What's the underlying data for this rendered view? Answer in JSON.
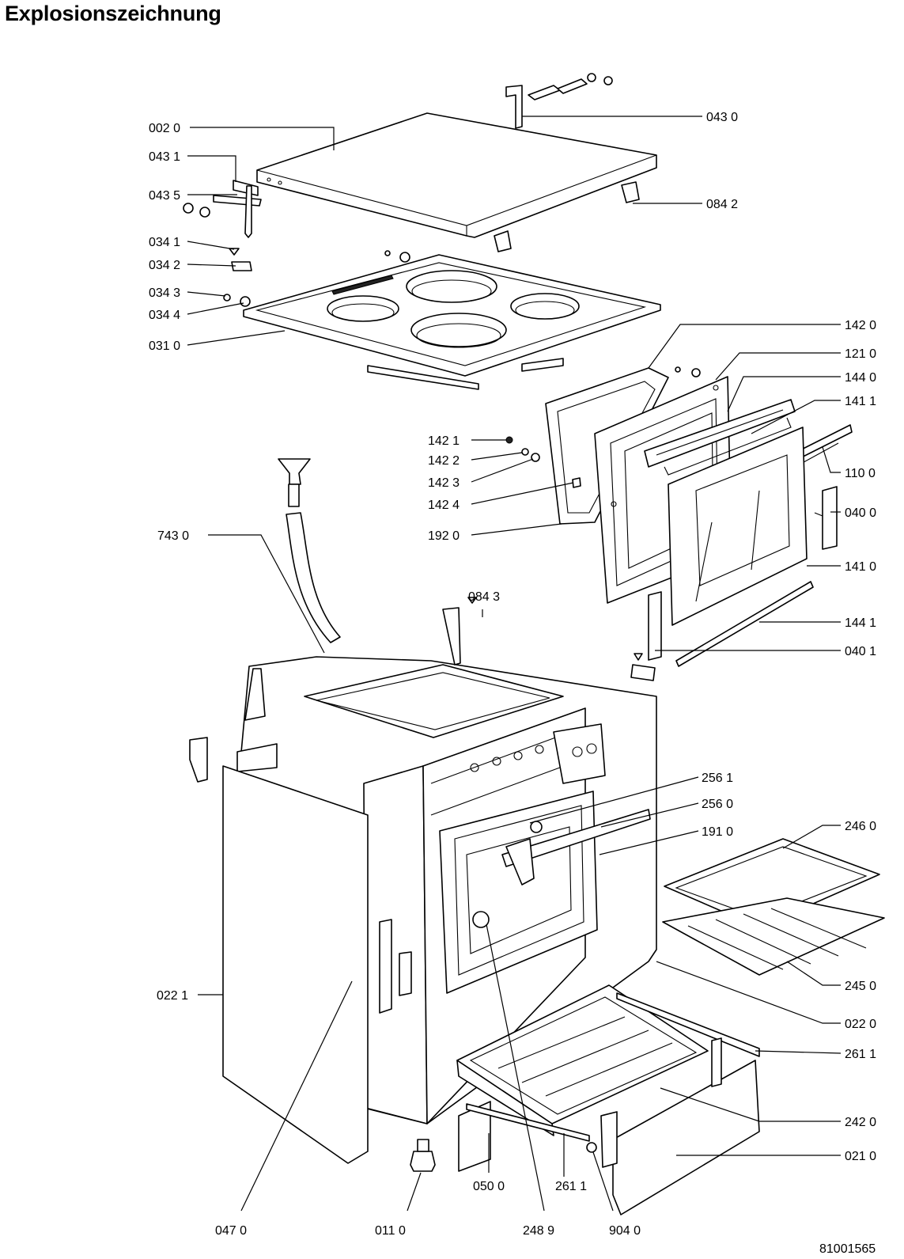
{
  "title": "Explosionszeichnung",
  "drawing_number": "81001565",
  "labels": {
    "p002_0": "002 0",
    "p043_0": "043 0",
    "p043_1": "043 1",
    "p043_5": "043 5",
    "p084_2": "084 2",
    "p034_1": "034 1",
    "p034_2": "034 2",
    "p034_3": "034 3",
    "p034_4": "034 4",
    "p031_0": "031 0",
    "p142_0": "142 0",
    "p121_0": "121 0",
    "p144_0": "144 0",
    "p141_1": "141 1",
    "p110_0": "110 0",
    "p040_0": "040 0",
    "p141_0": "141 0",
    "p144_1": "144 1",
    "p040_1": "040 1",
    "p142_1": "142 1",
    "p142_2": "142 2",
    "p142_3": "142 3",
    "p142_4": "142 4",
    "p192_0": "192 0",
    "p743_0": "743 0",
    "p084_3": "084 3",
    "p256_1": "256 1",
    "p256_0": "256 0",
    "p191_0": "191 0",
    "p246_0": "246 0",
    "p245_0": "245 0",
    "p022_1": "022 1",
    "p022_0": "022 0",
    "p261_1_right": "261 1",
    "p242_0": "242 0",
    "p021_0": "021 0",
    "p047_0": "047 0",
    "p011_0": "011 0",
    "p050_0": "050 0",
    "p261_1_bottom": "261 1",
    "p248_9": "248 9",
    "p904_0": "904 0"
  }
}
